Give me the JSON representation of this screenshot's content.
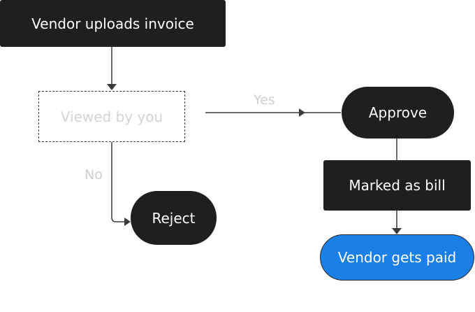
{
  "nodes": {
    "upload": "Vendor uploads invoice",
    "viewed": "Viewed by you",
    "approve": "Approve",
    "reject": "Reject",
    "marked": "Marked as bill",
    "paid": "Vendor gets paid"
  },
  "edges": {
    "yes": "Yes",
    "no": "No"
  },
  "colors": {
    "node_dark": "#1f1f1f",
    "node_paid": "#1a7fe6",
    "connector": "#3a3a3a",
    "faded_text": "#cfcfcf"
  }
}
